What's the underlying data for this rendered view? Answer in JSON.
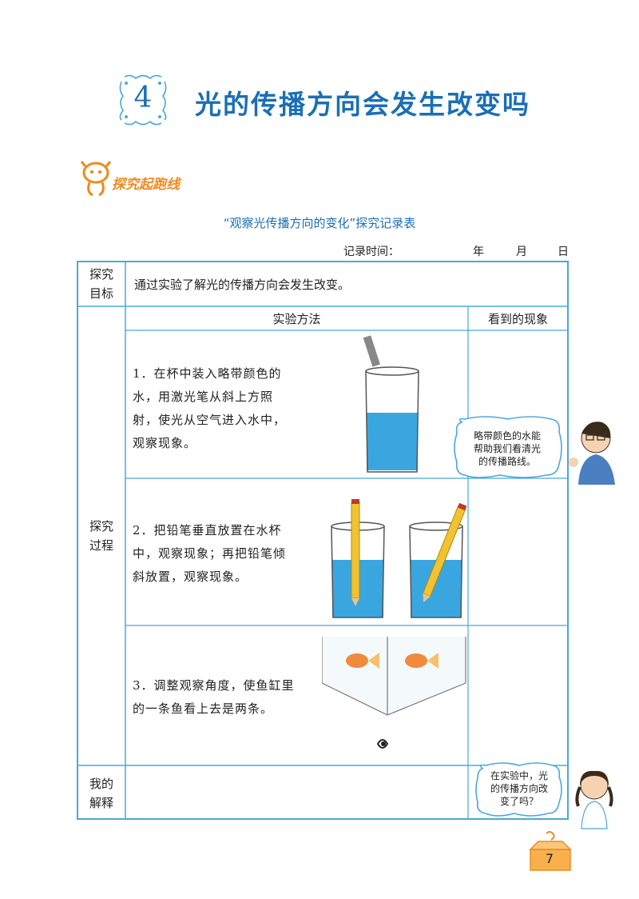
{
  "header": {
    "lesson_number": "4",
    "title": "光的传播方向会发生改变吗"
  },
  "section": {
    "label": "探究起跑线"
  },
  "record_table": {
    "title": "“观察光传播方向的变化”探究记录表",
    "time_label": "记录时间：",
    "year_label": "年",
    "month_label": "月",
    "day_label": "日",
    "goal_header": [
      "探究",
      "目标"
    ],
    "goal_text": "通过实验了解光的传播方向会发生改变。",
    "process_header": [
      "探究",
      "过程"
    ],
    "method_header": "实验方法",
    "phenomenon_header": "看到的现象",
    "steps": [
      {
        "lines": [
          "1．在杯中装入略带颜色的",
          "水，用激光笔从斜上方照",
          "射，使光从空气进入水中，",
          "观察现象。"
        ]
      },
      {
        "lines": [
          "2．把铅笔垂直放置在水杯",
          "中，观察现象；再把铅笔倾",
          "斜放置，观察现象。"
        ]
      },
      {
        "lines": [
          "3．调整观察角度，使鱼缸里",
          "的一条鱼看上去是两条。"
        ]
      }
    ],
    "explain_header": [
      "我的",
      "解释"
    ]
  },
  "bubbles": {
    "teacher_tip": [
      "略带颜色的水能",
      "帮助我们看清光",
      "的传播路线。"
    ],
    "student_question": [
      "在实验中，光",
      "的传播方向改",
      "变了吗？"
    ]
  },
  "page_number": "7",
  "colors": {
    "accent_blue": "#1a6fb5",
    "table_border": "#4aa8dc",
    "section_orange": "#ef8a1f",
    "water": "#3aa6e0"
  }
}
